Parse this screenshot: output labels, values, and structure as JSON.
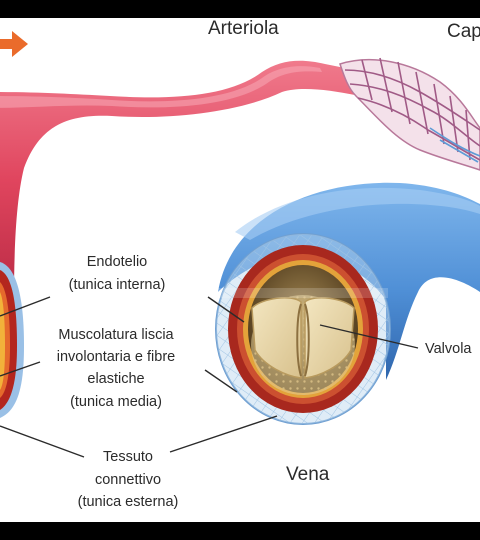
{
  "labels": {
    "arteriole": "Arteriola",
    "capillaries_partial": "Cap",
    "endothelium_line1": "Endotelio",
    "endothelium_line2": "(tunica interna)",
    "muscle_line1": "Muscolatura liscia",
    "muscle_line2": "involontaria e fibre",
    "muscle_line3": "elastiche",
    "muscle_line4": "(tunica media)",
    "connective_line1": "Tessuto",
    "connective_line2": "connettivo",
    "connective_line3": "(tunica esterna)",
    "vein": "Vena",
    "valve": "Valvola"
  },
  "colors": {
    "frame": "#000000",
    "background": "#ffffff",
    "artery": "#e0455e",
    "vein": "#4f8fd6",
    "arrow": "#ea6b2b",
    "label_text": "#2b2b2b"
  },
  "icons": {
    "flow_arrow": "right-arrow-icon"
  }
}
